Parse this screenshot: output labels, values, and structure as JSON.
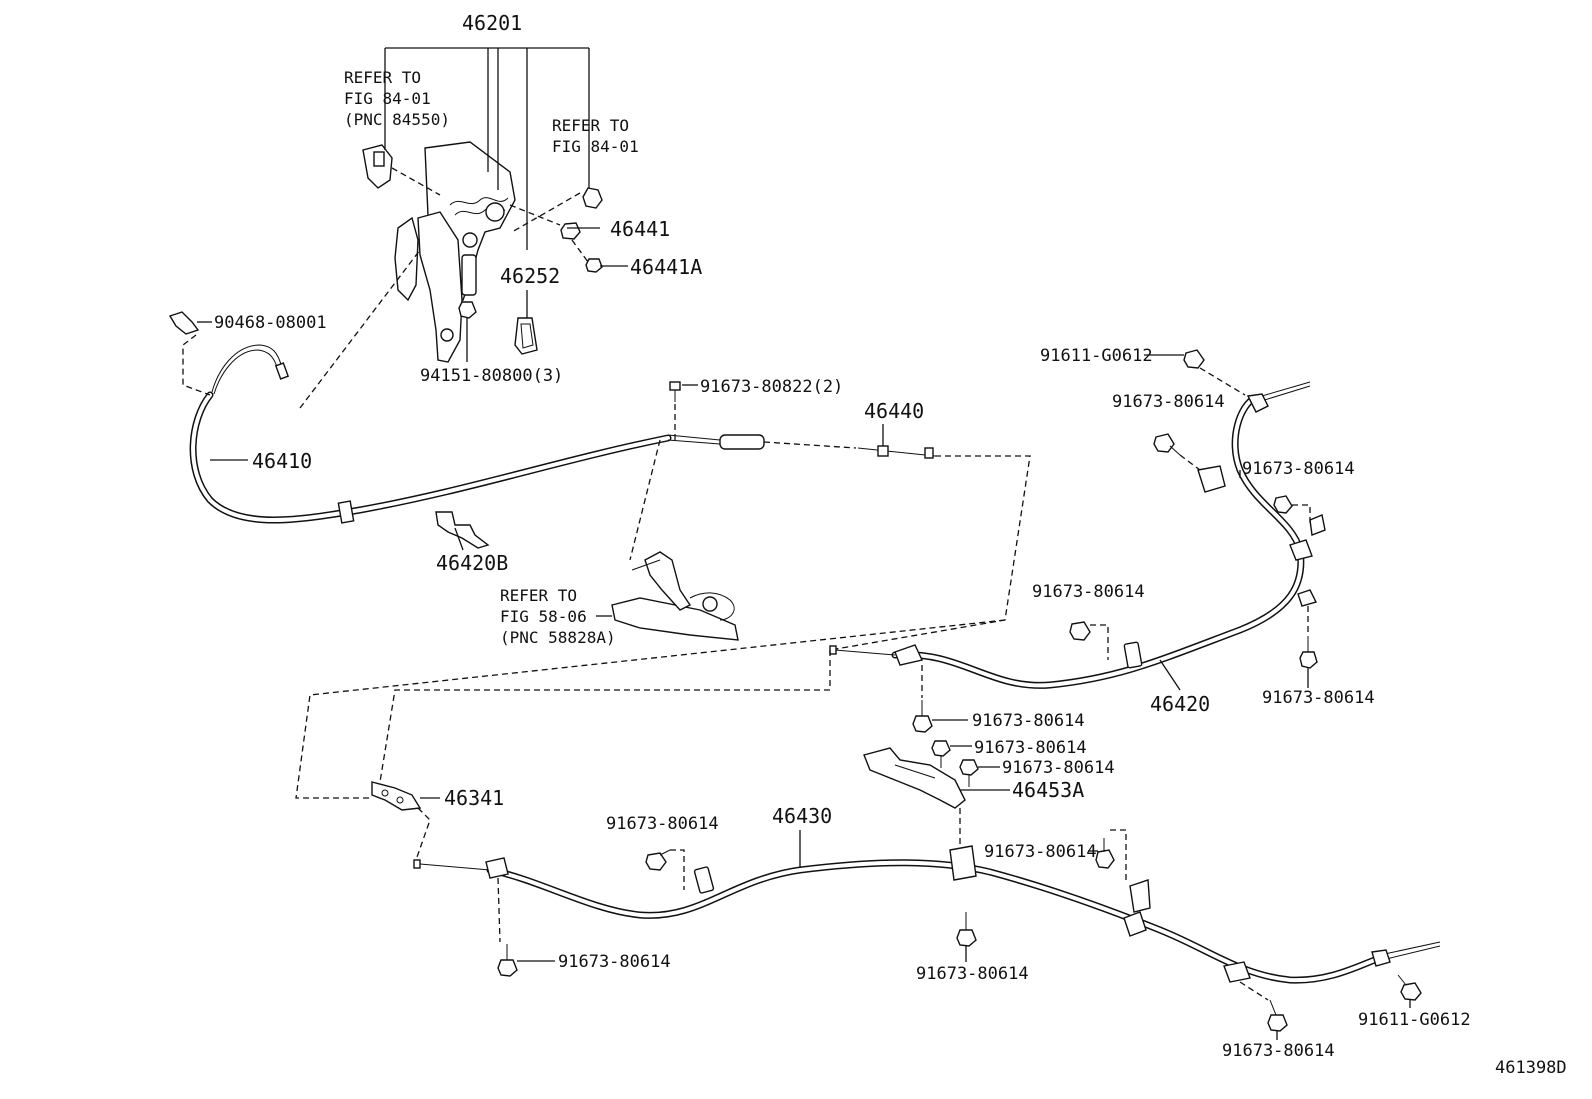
{
  "diagram_id": "461398D",
  "callouts": {
    "p46201": "46201",
    "p46252": "46252",
    "p46441": "46441",
    "p46441A": "46441A",
    "p94151": "94151-80800(3)",
    "p90468": "90468-08001",
    "p46410": "46410",
    "p46420B": "46420B",
    "p91673_822": "91673-80822(2)",
    "p46440": "46440",
    "p91611_top": "91611-G0612",
    "p91673_a": "91673-80614",
    "p91673_b": "91673-80614",
    "p91673_c": "91673-80614",
    "p91673_d": "91673-80614",
    "p46420": "46420",
    "p91673_e": "91673-80614",
    "p91673_f": "91673-80614",
    "p91673_g": "91673-80614",
    "p46453A": "46453A",
    "p46341": "46341",
    "p46430": "46430",
    "p91673_h": "91673-80614",
    "p91673_i": "91673-80614",
    "p91673_j": "91673-80614",
    "p91673_k": "91673-80614",
    "p91611_bot": "91611-G0612",
    "p91673_l": "91673-80614"
  },
  "references": {
    "ref1": [
      "REFER TO",
      "FIG 84-01",
      "(PNC 84550)"
    ],
    "ref2": [
      "REFER TO",
      "FIG 84-01"
    ],
    "ref3": [
      "REFER TO",
      "FIG 58-06",
      "(PNC 58828A)"
    ]
  }
}
